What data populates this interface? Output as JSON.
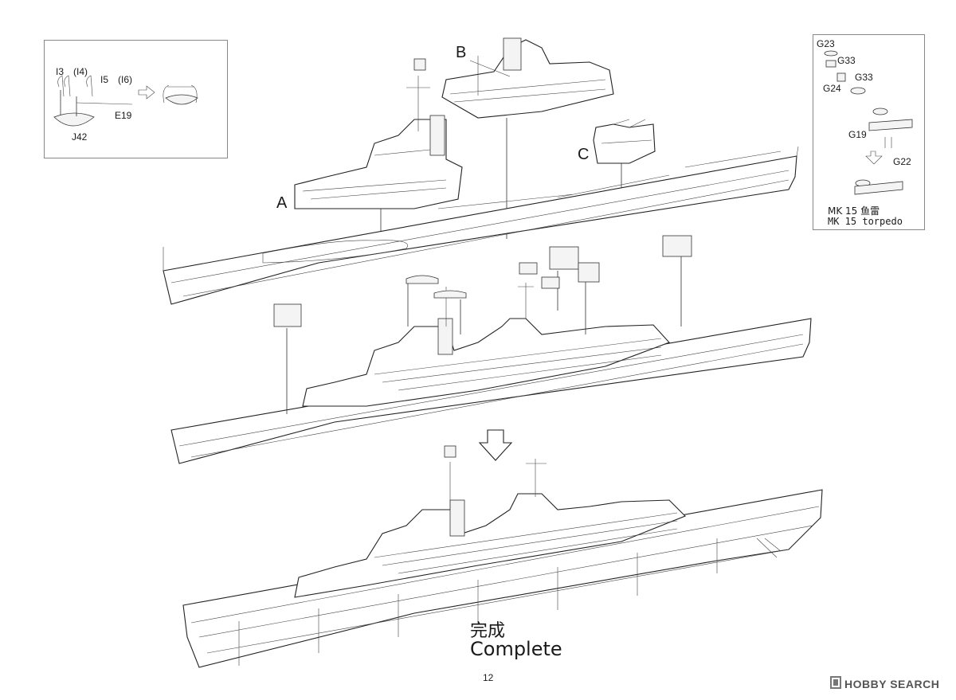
{
  "inset_boat": {
    "parts": [
      "I3",
      "(I4)",
      "I5",
      "(I6)",
      "E19",
      "J42"
    ]
  },
  "labels": {
    "a": "A",
    "b": "B",
    "c": "C"
  },
  "inset_torpedo": {
    "parts": [
      "G23",
      "G33",
      "G33",
      "G24",
      "G19",
      "G22"
    ],
    "caption_cn": "MK 15 鱼雷",
    "caption_en": "MK 15 torpedo"
  },
  "complete": {
    "cn": "完成",
    "en": "Complete"
  },
  "page_number": "12",
  "watermark": "HOBBY SEARCH"
}
